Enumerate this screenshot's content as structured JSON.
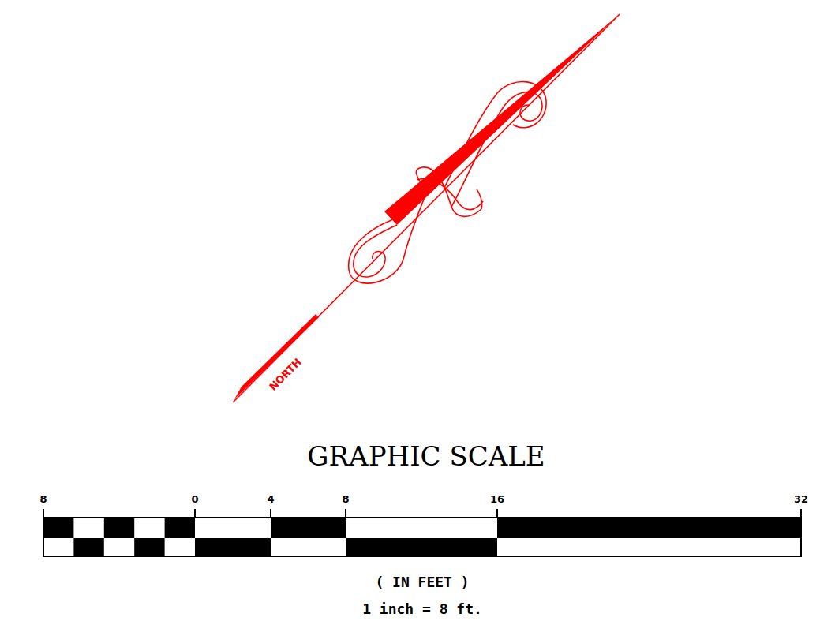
{
  "diagram": {
    "title": "GRAPHIC SCALE",
    "labels": [
      "NORTH",
      "8",
      "0",
      "4",
      "8",
      "16",
      "32",
      "( IN FEET )",
      "1 inch = 8 ft."
    ]
  }
}
